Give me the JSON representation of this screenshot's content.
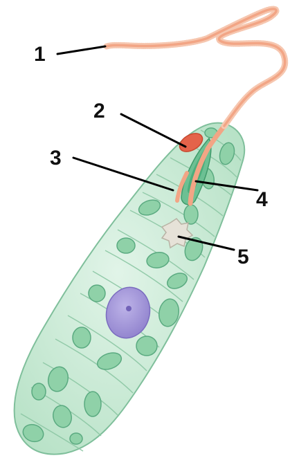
{
  "labels": {
    "one": "1",
    "two": "2",
    "three": "3",
    "four": "4",
    "five": "5"
  },
  "colors": {
    "cell_fill": "#cdebd9",
    "cell_stroke": "#7fbf9b",
    "chloroplast": "#8fd1a8",
    "flagellum": "#f2a585",
    "eyespot": "#e4634a",
    "nucleus": "#a79bd8",
    "vacuole": "#e6e2d8",
    "reservoir": "#4cae7c"
  }
}
